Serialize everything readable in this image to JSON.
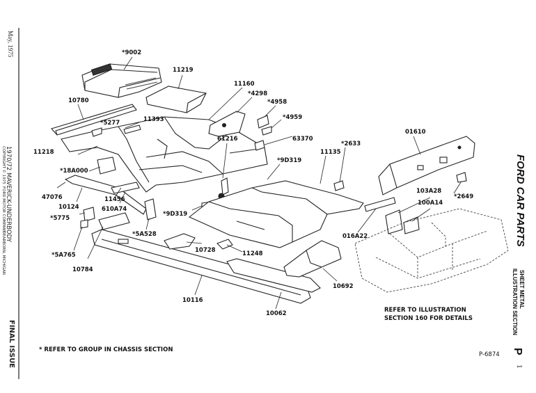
{
  "left_margin": {
    "date": "May, 1975",
    "title": "1970/72 MAVERICK-UNDERBODY",
    "copyright": "COPYRIGHT © 1975",
    "company": "FORD MOTOR COMPANY",
    "location": "DEARBORN, MICHIGAN",
    "issue": "FINAL ISSUE"
  },
  "right_margin": {
    "brand": "FORD CAR PARTS",
    "section_title_1": "SHEET METAL",
    "section_title_2": "ILLUSTRATION SECTION",
    "section_letter": "P",
    "page_number": "1"
  },
  "callouts": [
    {
      "label": "*9002"
    },
    {
      "label": "11219"
    },
    {
      "label": "11160"
    },
    {
      "label": "*4298"
    },
    {
      "label": "*4958"
    },
    {
      "label": "*4959"
    },
    {
      "label": "63370"
    },
    {
      "label": "10780"
    },
    {
      "label": "*5277"
    },
    {
      "label": "11393"
    },
    {
      "label": "11218"
    },
    {
      "label": "61216"
    },
    {
      "label": "*9D319"
    },
    {
      "label": "11135"
    },
    {
      "label": "*2633"
    },
    {
      "label": "01610"
    },
    {
      "label": "*18A000"
    },
    {
      "label": "47076"
    },
    {
      "label": "10124"
    },
    {
      "label": "11456"
    },
    {
      "label": "610A74"
    },
    {
      "label": "*5775"
    },
    {
      "label": "*9D319"
    },
    {
      "label": "*2649"
    },
    {
      "label": "103A28"
    },
    {
      "label": "100A14"
    },
    {
      "label": "016A22"
    },
    {
      "label": "*5A528"
    },
    {
      "label": "10728"
    },
    {
      "label": "11248"
    },
    {
      "label": "*5A765"
    },
    {
      "label": "10784"
    },
    {
      "label": "10692"
    },
    {
      "label": "10116"
    },
    {
      "label": "10062"
    }
  ],
  "refer_note_1": "REFER TO ILLUSTRATION",
  "refer_note_2": "SECTION 160 FOR DETAILS",
  "footnote": "* REFER TO GROUP IN CHASSIS SECTION",
  "plate_number": "P-6874"
}
